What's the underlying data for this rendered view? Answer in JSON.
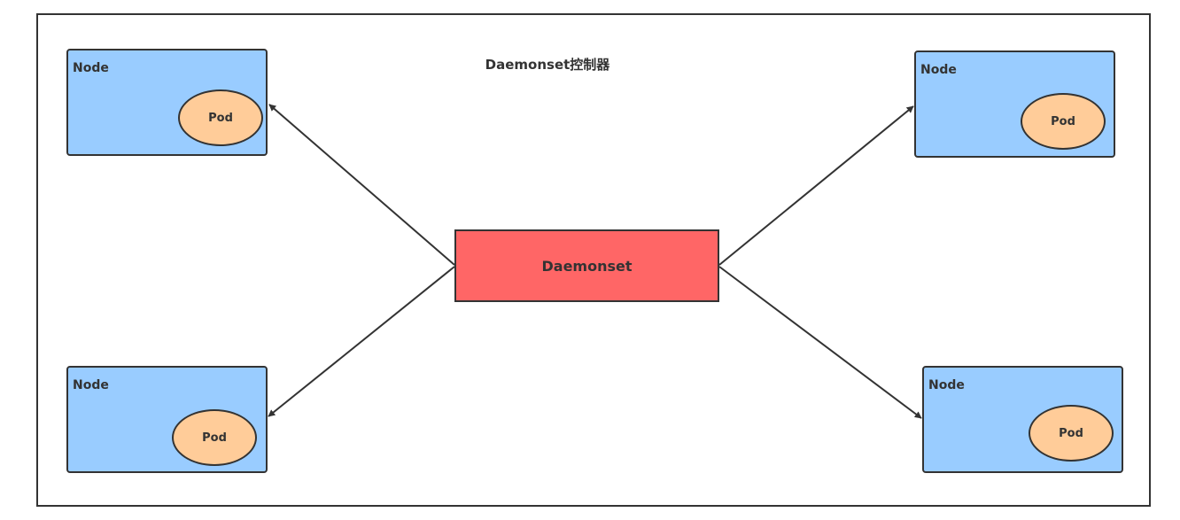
{
  "diagram": {
    "title": "Daemonset控制器",
    "controller": {
      "label": "Daemonset",
      "fill_color": "#ff6666"
    },
    "nodes": [
      {
        "id": "top-left",
        "label": "Node",
        "pod_label": "Pod"
      },
      {
        "id": "top-right",
        "label": "Node",
        "pod_label": "Pod"
      },
      {
        "id": "bottom-left",
        "label": "Node",
        "pod_label": "Pod"
      },
      {
        "id": "bottom-right",
        "label": "Node",
        "pod_label": "Pod"
      }
    ],
    "edges": [
      {
        "from": "controller",
        "to": "top-left"
      },
      {
        "from": "controller",
        "to": "top-right"
      },
      {
        "from": "controller",
        "to": "bottom-left"
      },
      {
        "from": "controller",
        "to": "bottom-right"
      }
    ],
    "colors": {
      "node_fill": "#99ccff",
      "pod_fill": "#ffcc99",
      "stroke": "#333333"
    }
  }
}
